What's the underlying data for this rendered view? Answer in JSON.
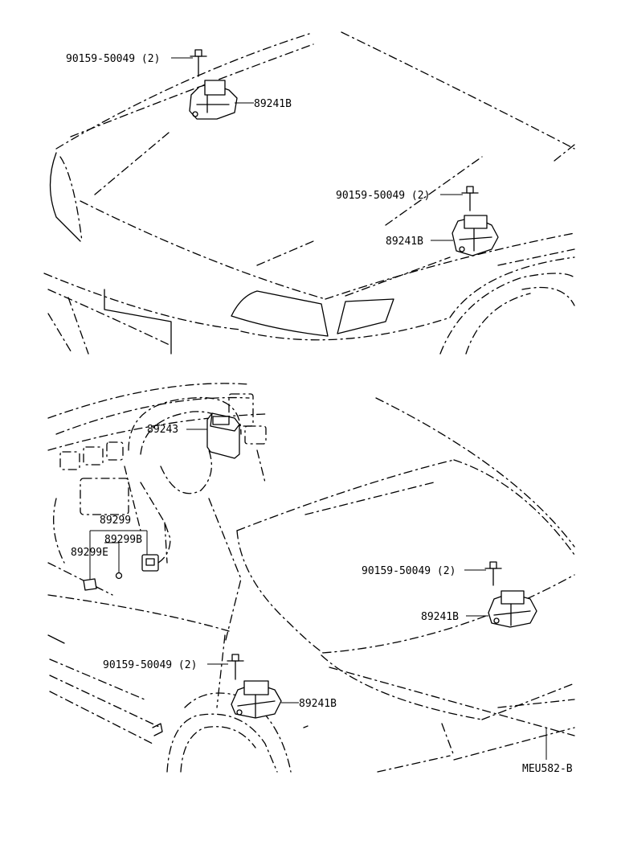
{
  "labels": {
    "bolt_a": "90159-50049 (2)",
    "sensor_a": "89241B",
    "bolt_b": "90159-50049 (2)",
    "sensor_b": "89241B",
    "ecu": "89243",
    "connector": "89299",
    "connector_b": "89299B",
    "connector_e": "89299E",
    "bolt_c": "90159-50049 (2)",
    "sensor_c": "89241B",
    "bolt_d": "90159-50049 (2)",
    "sensor_d": "89241B",
    "diagram_code": "MEU582-B"
  },
  "colors": {
    "line": "#000000",
    "background": "#ffffff"
  }
}
